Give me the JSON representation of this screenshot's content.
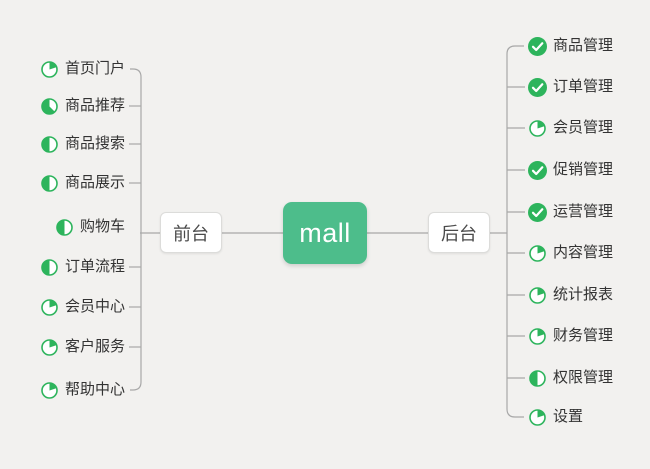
{
  "app": {
    "background": "#f2f1ef",
    "connector_color": "#a8a8a8"
  },
  "colors": {
    "root_green": "#4dbd8b",
    "icon_green": "#2db45c",
    "topic_text": "#333333"
  },
  "root_node": {
    "label": "mall"
  },
  "branch_nodes": {
    "frontend": {
      "label": "前台"
    },
    "backend": {
      "label": "后台"
    }
  },
  "icon_legend": {
    "done": "green-circle-white-checkmark",
    "progress-20": "pie-small-wedge-top-right",
    "progress-50": "pie-left-half-filled",
    "progress-60": "pie-filled-except-top-right-wedge"
  },
  "left_items": [
    {
      "label": "首页门户",
      "icon": "progress-20"
    },
    {
      "label": "商品推荐",
      "icon": "progress-60"
    },
    {
      "label": "商品搜索",
      "icon": "progress-50"
    },
    {
      "label": "商品展示",
      "icon": "progress-50"
    },
    {
      "label": "购物车",
      "icon": "progress-50",
      "indent": true
    },
    {
      "label": "订单流程",
      "icon": "progress-50"
    },
    {
      "label": "会员中心",
      "icon": "progress-20"
    },
    {
      "label": "客户服务",
      "icon": "progress-20"
    },
    {
      "label": "帮助中心",
      "icon": "progress-20"
    }
  ],
  "right_items": [
    {
      "label": "商品管理",
      "icon": "done"
    },
    {
      "label": "订单管理",
      "icon": "done"
    },
    {
      "label": "会员管理",
      "icon": "progress-20"
    },
    {
      "label": "促销管理",
      "icon": "done"
    },
    {
      "label": "运营管理",
      "icon": "done"
    },
    {
      "label": "内容管理",
      "icon": "progress-20"
    },
    {
      "label": "统计报表",
      "icon": "progress-20"
    },
    {
      "label": "财务管理",
      "icon": "progress-20"
    },
    {
      "label": "权限管理",
      "icon": "progress-50"
    },
    {
      "label": "设置",
      "icon": "progress-20"
    }
  ]
}
